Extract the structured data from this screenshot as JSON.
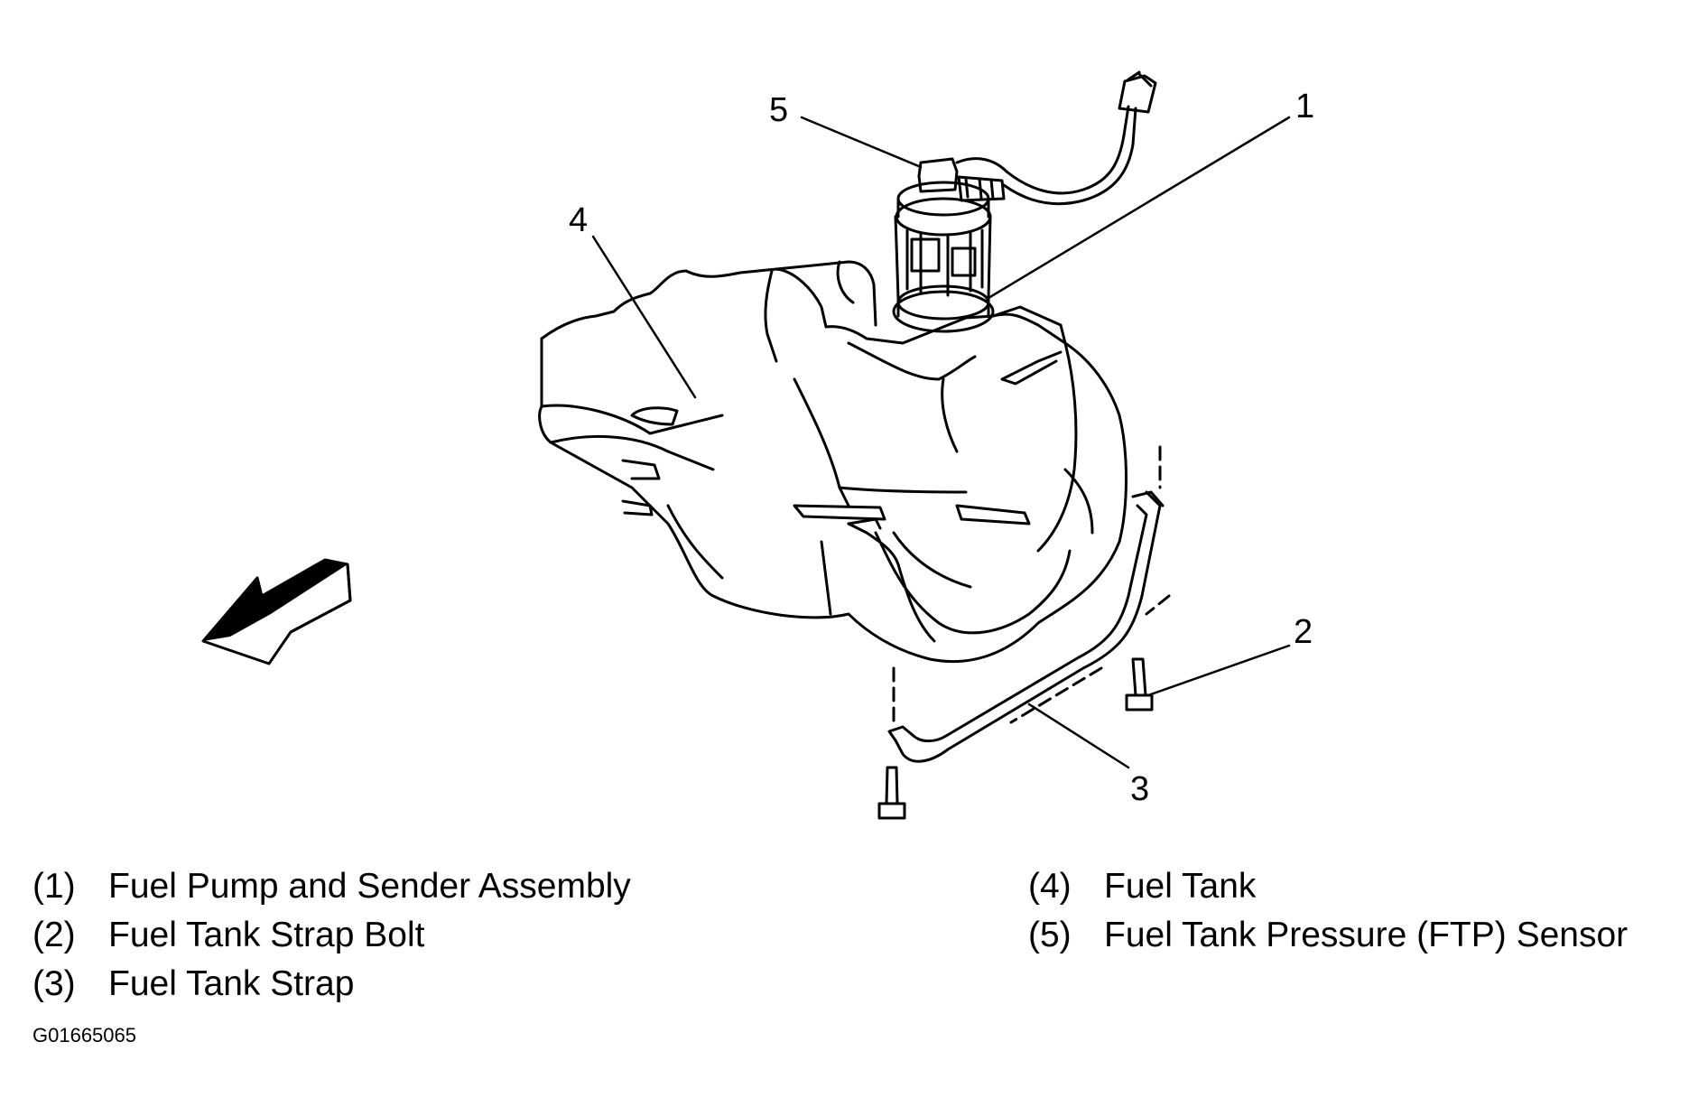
{
  "callouts": {
    "c1": "1",
    "c2": "2",
    "c3": "3",
    "c4": "4",
    "c5": "5"
  },
  "legend": [
    {
      "num": "(1)",
      "text": "Fuel Pump and Sender Assembly"
    },
    {
      "num": "(2)",
      "text": "Fuel Tank Strap Bolt"
    },
    {
      "num": "(3)",
      "text": "Fuel Tank Strap"
    },
    {
      "num": "(4)",
      "text": "Fuel Tank"
    },
    {
      "num": "(5)",
      "text": "Fuel Tank Pressure (FTP) Sensor"
    }
  ],
  "figure_code": "G01665065",
  "colors": {
    "ink": "#000000",
    "paper": "#ffffff"
  }
}
